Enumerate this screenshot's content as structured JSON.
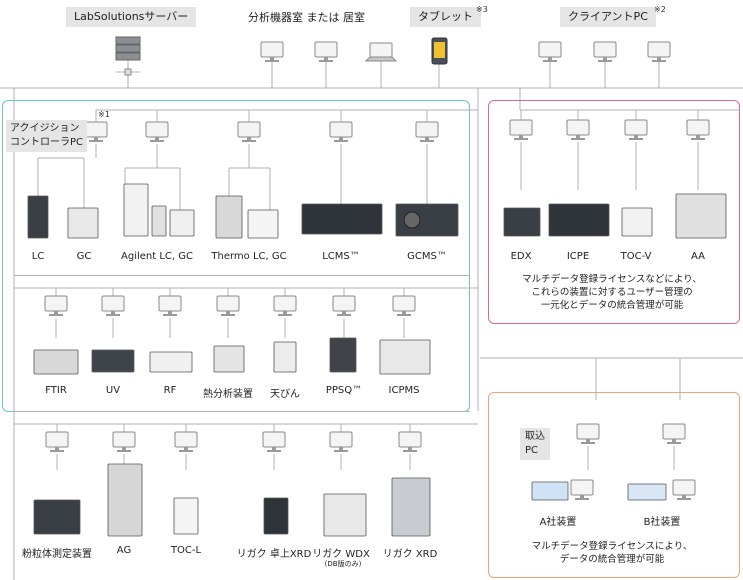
{
  "header": {
    "server_tag": "LabSolutionsサーバー",
    "center_title": "分析機器室 または 居室",
    "tablet_tag": "タブレット",
    "tablet_note": "※3",
    "client_tag": "クライアントPC",
    "client_note": "※2"
  },
  "left_panel": {
    "acq_label_1": "アクイジション",
    "acq_label_2": "コントローラPC",
    "acq_note": "※1",
    "row1": [
      "LC",
      "GC",
      "Agilent LC, GC",
      "Thermo LC, GC",
      "LCMS™",
      "GCMS™"
    ],
    "row2": [
      "FTIR",
      "UV",
      "RF",
      "熱分析装置",
      "天びん",
      "PPSQ™",
      "ICPMS"
    ],
    "row3": [
      "粉粒体測定装置",
      "AG",
      "TOC-L",
      "リガク 卓上XRD",
      "リガク WDX",
      "リガク XRD"
    ],
    "row3_sub": "(DB版のみ)"
  },
  "right_top_panel": {
    "instruments": [
      "EDX",
      "ICPE",
      "TOC-V",
      "AA"
    ],
    "desc_1": "マルチデータ登録ライセンスなどにより、",
    "desc_2": "これらの装置に対するユーザー管理の",
    "desc_3": "一元化とデータの統合管理が可能"
  },
  "right_bottom_panel": {
    "intake_1": "取込",
    "intake_2": "PC",
    "instruments": [
      "A社装置",
      "B社装置"
    ],
    "desc_1": "マルチデータ登録ライセンスにより、",
    "desc_2": "データの統合管理が可能"
  },
  "colors": {
    "left_border": "#6cc5c8",
    "top_right_border": "#e0669a",
    "bottom_right_border": "#f0a27a",
    "line": "#b0b0b0",
    "tag_bg": "#e5e5e5"
  }
}
